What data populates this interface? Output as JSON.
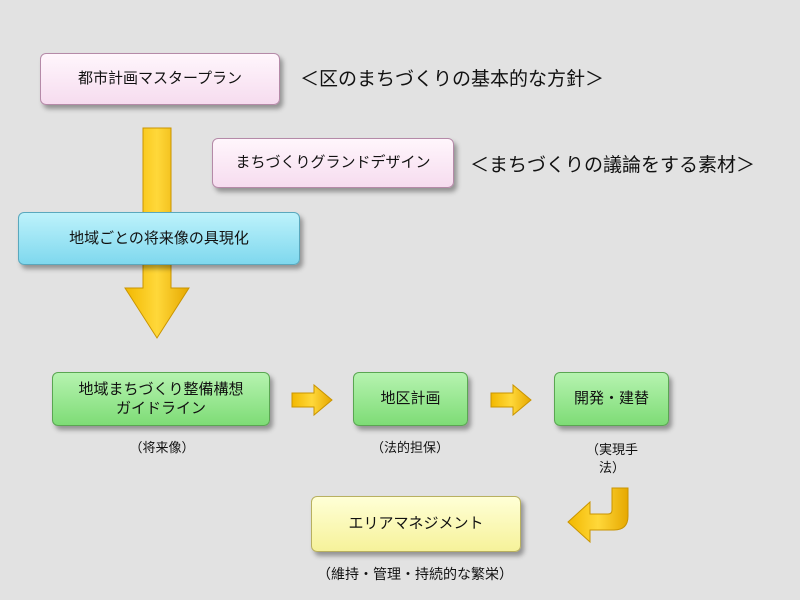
{
  "boxes": {
    "master_plan": "都市計画マスタープラン",
    "grand_design": "まちづくりグランドデザイン",
    "embodiment": "地域ごとの将来像の具現化",
    "guideline_line1": "地域まちづくり整備構想",
    "guideline_line2": "ガイドライン",
    "district_plan": "地区計画",
    "development": "開発・建替",
    "area_management": "エリアマネジメント"
  },
  "notes": {
    "master_plan_note": "＜区のまちづくりの基本的な方針＞",
    "grand_design_note": "＜まちづくりの議論をする素材＞"
  },
  "captions": {
    "guideline": "（将来像）",
    "district_plan": "（法的担保）",
    "development_line1": "（実現手",
    "development_line2": "法）",
    "area_management": "（維持・管理・持続的な繁栄）"
  }
}
